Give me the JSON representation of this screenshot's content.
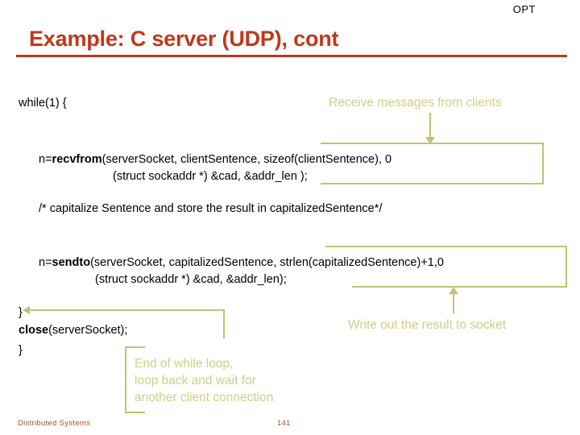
{
  "header": {
    "tag": "OPT"
  },
  "title": "Example: C server (UDP), cont",
  "code": {
    "while_line": "while(1) {",
    "recvfrom_prefix": "n=",
    "recvfrom_fn": "recvfrom",
    "recvfrom_args": "(serverSocket, clientSentence, sizeof(clientSentence), 0",
    "recvfrom_line2": "(struct sockaddr *) &cad, &addr_len );",
    "comment": "/* capitalize Sentence and store the result in capitalizedSentence*/",
    "sendto_prefix": "n=",
    "sendto_fn": "sendto",
    "sendto_args": "(serverSocket, capitalizedSentence, strlen(capitalizedSentence)+1,0",
    "sendto_line2": "(struct sockaddr *) &cad, &addr_len);",
    "close_brace_1": "}",
    "close_fn": "close",
    "close_args": "(serverSocket);",
    "close_brace_2": "}"
  },
  "callouts": {
    "receive": "Receive messages from clients",
    "write": "Write out the result to socket",
    "loop_line1": "End of while loop,",
    "loop_line2": "loop back and wait for",
    "loop_line3": "another client connection"
  },
  "footer": {
    "course": "Distributed Systems",
    "page": "141"
  },
  "colors": {
    "title": "#C0391B",
    "callout": "#D2CE87",
    "annotation_line": "#C5C073",
    "footer": "#9F5130",
    "code": "#000000"
  }
}
